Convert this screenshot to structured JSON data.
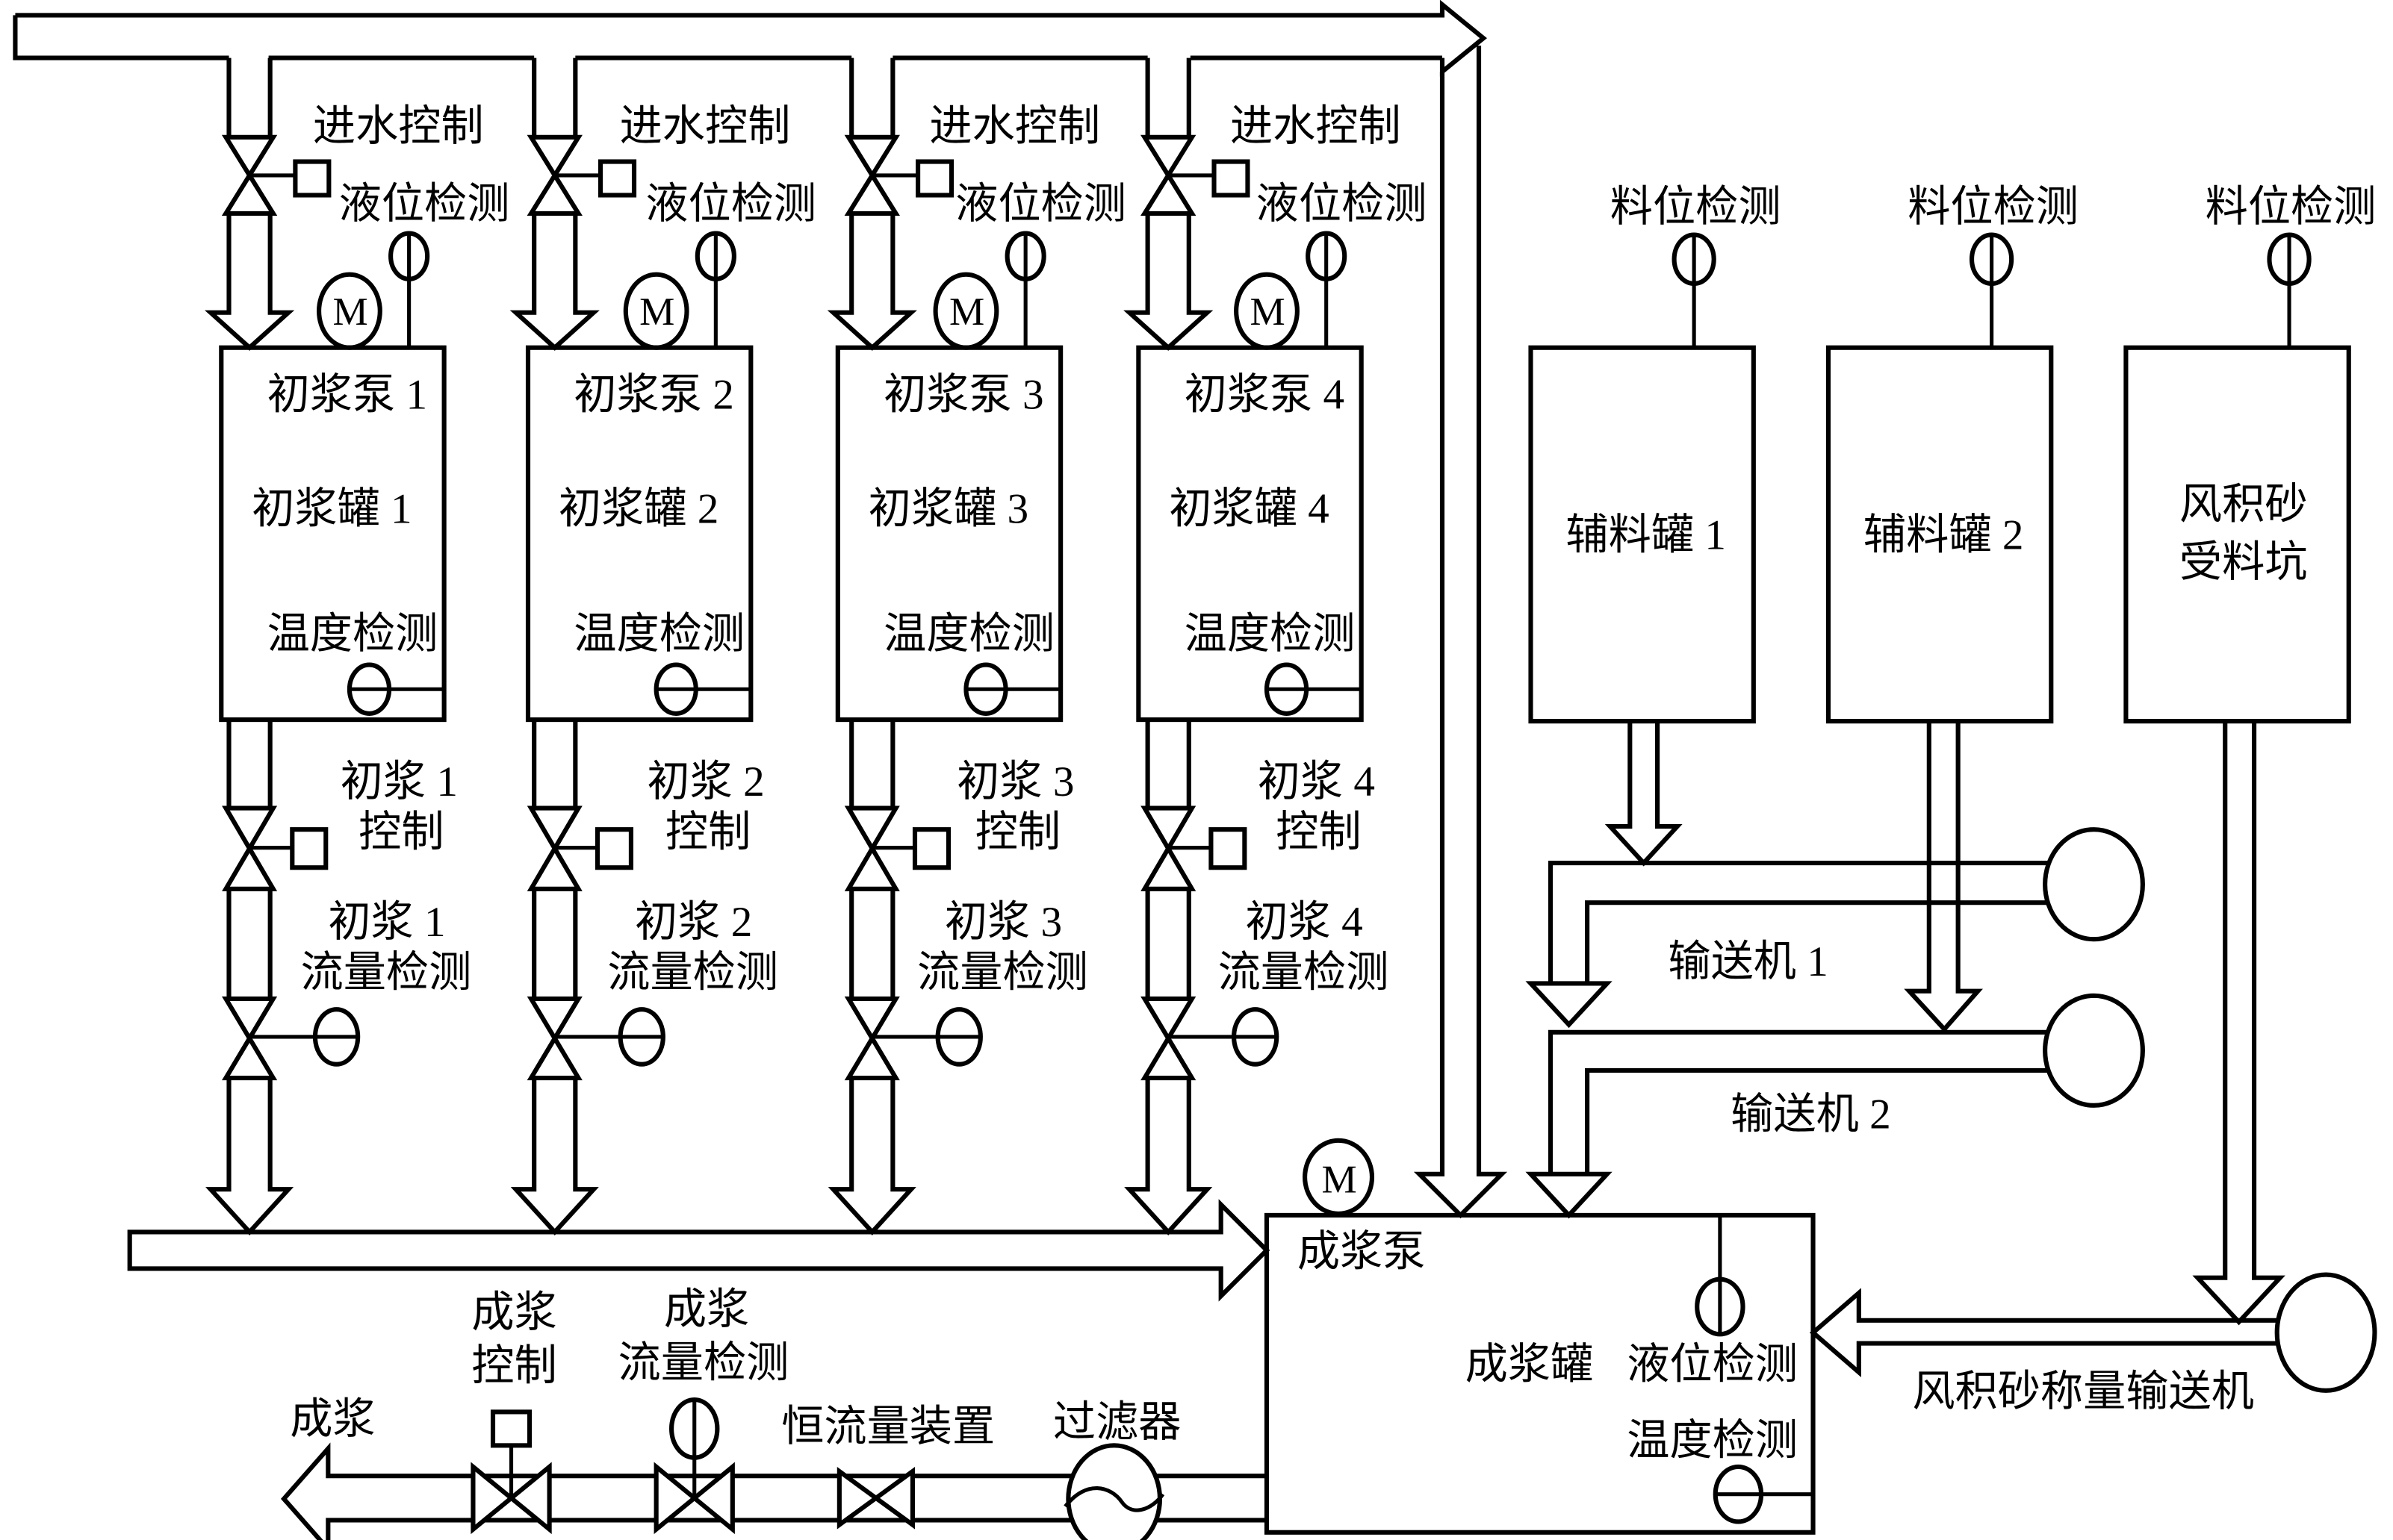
{
  "title": "成浆制备系统流程示意图",
  "primary_units": [
    {
      "id": 1,
      "inlet_control": "进水控制",
      "level_detect": "液位检测",
      "motor": "M",
      "pump": "初浆泵 1",
      "tank": "初浆罐 1",
      "temp_detect": "温度检测",
      "outlet_control_l1": "初浆 1",
      "outlet_control_l2": "控制",
      "flow_detect_l1": "初浆 1",
      "flow_detect_l2": "流量检测"
    },
    {
      "id": 2,
      "inlet_control": "进水控制",
      "level_detect": "液位检测",
      "motor": "M",
      "pump": "初浆泵 2",
      "tank": "初浆罐 2",
      "temp_detect": "温度检测",
      "outlet_control_l1": "初浆 2",
      "outlet_control_l2": "控制",
      "flow_detect_l1": "初浆 2",
      "flow_detect_l2": "流量检测"
    },
    {
      "id": 3,
      "inlet_control": "进水控制",
      "level_detect": "液位检测",
      "motor": "M",
      "pump": "初浆泵 3",
      "tank": "初浆罐 3",
      "temp_detect": "温度检测",
      "outlet_control_l1": "初浆 3",
      "outlet_control_l2": "控制",
      "flow_detect_l1": "初浆 3",
      "flow_detect_l2": "流量检测"
    },
    {
      "id": 4,
      "inlet_control": "进水控制",
      "level_detect": "液位检测",
      "motor": "M",
      "pump": "初浆泵 4",
      "tank": "初浆罐 4",
      "temp_detect": "温度检测",
      "outlet_control_l1": "初浆 4",
      "outlet_control_l2": "控制",
      "flow_detect_l1": "初浆 4",
      "flow_detect_l2": "流量检测"
    }
  ],
  "aux_units": [
    {
      "label_l1": "辅料罐 1",
      "label_l2": "",
      "detect": "料位检测"
    },
    {
      "label_l1": "辅料罐 2",
      "label_l2": "",
      "detect": "料位检测"
    },
    {
      "label_l1": "风积砂",
      "label_l2": "受料坑",
      "detect": "料位检测"
    }
  ],
  "conveyors": {
    "c1": "输送机 1",
    "c2": "输送机 2",
    "sand": "风积砂称量输送机"
  },
  "final_tank": {
    "motor": "M",
    "pump": "成浆泵",
    "tank": "成浆罐",
    "level_detect": "液位检测",
    "temp_detect": "温度检测"
  },
  "outlet_line": {
    "output": "成浆",
    "control_l1": "成浆",
    "control_l2": "控制",
    "flow_l1": "成浆",
    "flow_l2": "流量检测",
    "constant_flow": "恒流量装置",
    "filter": "过滤器"
  }
}
